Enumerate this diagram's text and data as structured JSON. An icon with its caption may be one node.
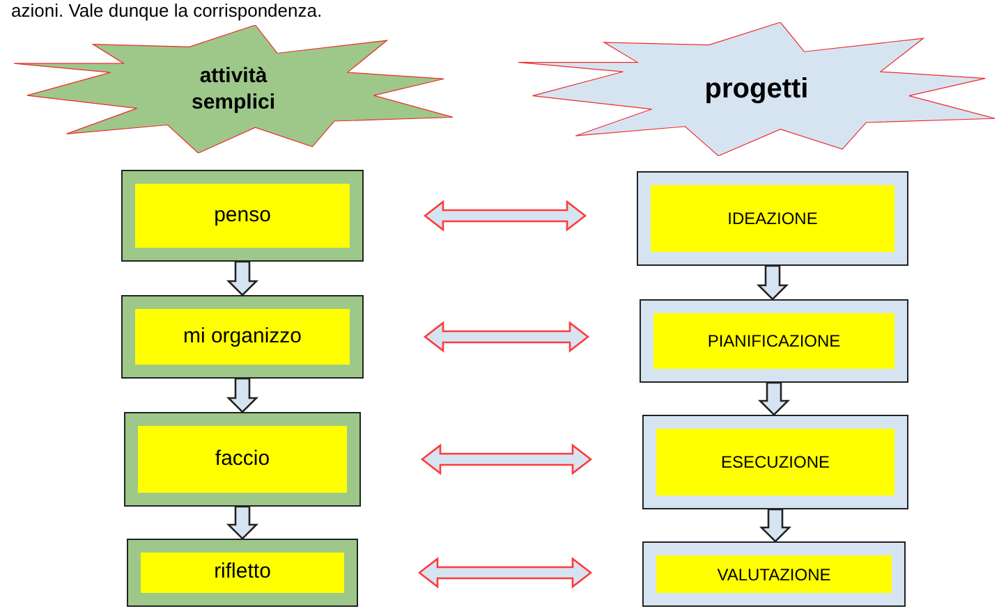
{
  "diagram": {
    "nodes": [
      {
        "text": [
          "attività semplici"
        ]
      },
      {
        "text": [
          "progetti"
        ]
      },
      {
        "text": [
          "penso"
        ]
      },
      {
        "text": [
          "mi organizzo"
        ]
      },
      {
        "text": [
          "faccio"
        ]
      },
      {
        "text": [
          "rifletto"
        ]
      },
      {
        "text": [
          "IDEAZIONE"
        ]
      },
      {
        "text": [
          "PIANIFICAZIONE"
        ]
      },
      {
        "text": [
          "ESECUZIONE"
        ]
      },
      {
        "text": [
          "VALUTAZIONE"
        ]
      }
    ],
    "edges": [
      {
        "from": 2,
        "to": 3,
        "arrow": "to"
      },
      {
        "from": 3,
        "to": 4,
        "arrow": "to"
      },
      {
        "from": 4,
        "to": 5,
        "arrow": "to"
      },
      {
        "from": 6,
        "to": 7,
        "arrow": "to"
      },
      {
        "from": 7,
        "to": 8,
        "arrow": "to"
      },
      {
        "from": 8,
        "to": 9,
        "arrow": "to"
      },
      {
        "from": 2,
        "to": 6,
        "arrow": "both",
        "color": "#ff3b3b"
      },
      {
        "from": 3,
        "to": 7,
        "arrow": "both",
        "color": "#ff3b3b"
      },
      {
        "from": 4,
        "to": 8,
        "arrow": "both",
        "color": "#ff3b3b"
      },
      {
        "from": 5,
        "to": 9,
        "arrow": "both",
        "color": "#ff3b3b"
      }
    ],
    "labels": [
      "azioni. Vale dunque la corrispondenza."
    ]
  }
}
